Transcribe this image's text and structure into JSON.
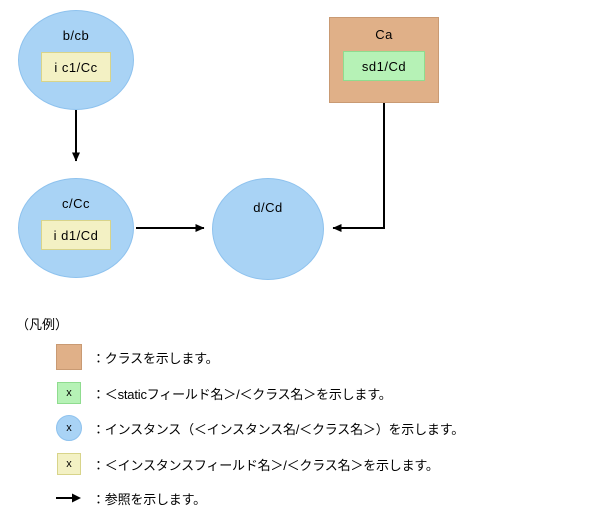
{
  "diagram": {
    "nodes": [
      {
        "id": "node-b",
        "kind": "instance",
        "title": "b/cb",
        "field": "i c1/Cc",
        "field_kind": "instance-field"
      },
      {
        "id": "node-c",
        "kind": "instance",
        "title": "c/Cc",
        "field": "i d1/Cd",
        "field_kind": "instance-field"
      },
      {
        "id": "node-d",
        "kind": "instance",
        "title": "d/Cd",
        "field": "",
        "field_kind": "none"
      },
      {
        "id": "node-ca",
        "kind": "class",
        "title": "Ca",
        "field": "sd1/Cd",
        "field_kind": "static-field"
      }
    ],
    "edges": [
      {
        "id": "edge-b-to-c",
        "from": "node-b",
        "to": "node-c",
        "style": "straight-down"
      },
      {
        "id": "edge-c-to-d",
        "from": "node-c",
        "to": "node-d",
        "style": "straight-right"
      },
      {
        "id": "edge-ca-to-d",
        "from": "node-ca",
        "to": "node-d",
        "style": "elbow-down-left"
      }
    ]
  },
  "legend": {
    "heading": "（凡例）",
    "rows": [
      {
        "swatch": "class-rect",
        "swatch_label": "",
        "text": "：クラスを示します。"
      },
      {
        "swatch": "static-field-rect",
        "swatch_label": "x",
        "text": "：＜staticフィールド名＞/＜クラス名＞を示します。"
      },
      {
        "swatch": "instance-circle",
        "swatch_label": "x",
        "text": "：インスタンス（＜インスタンス名/＜クラス名＞）を示します。"
      },
      {
        "swatch": "instance-field-rect",
        "swatch_label": "x",
        "text": "：＜インスタンスフィールド名＞/＜クラス名＞を示します。"
      },
      {
        "swatch": "reference-arrow",
        "swatch_label": "",
        "text": "：参照を示します。"
      }
    ]
  },
  "colors": {
    "instance_fill": "#a9d3f5",
    "instance_stroke": "#8ec2ee",
    "class_fill": "#e0b088",
    "class_stroke": "#c99a73",
    "static_field_fill": "#b6f2b6",
    "static_field_stroke": "#8fdc8f",
    "instance_field_fill": "#f3f1c4",
    "instance_field_stroke": "#d8d48a",
    "edge": "#000000",
    "background": "#ffffff"
  }
}
